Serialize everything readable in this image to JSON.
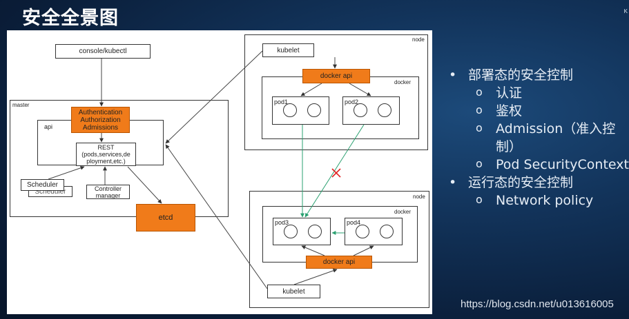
{
  "title": "安全全景图",
  "corner_mark": "K",
  "diagram": {
    "master": {
      "label": "master",
      "console": "console/kubectl",
      "auth_lines": [
        "Authentication",
        "Authorization",
        "Admissions"
      ],
      "api_label": "api",
      "rest_lines": [
        "REST",
        "(pods,services,de",
        "ployment,etc.)"
      ],
      "scheduler_front": "Scheduler",
      "scheduler_back": "Scheduler",
      "controller_lines": [
        "Controller",
        "manager"
      ],
      "etcd": "etcd"
    },
    "node1": {
      "label": "node",
      "kubelet": "kubelet",
      "docker_api": "docker api",
      "docker_label": "docker",
      "pods": [
        "pod1",
        "pod2"
      ]
    },
    "node2": {
      "label": "node",
      "kubelet": "kubelet",
      "docker_api": "docker api",
      "docker_label": "docker",
      "pods": [
        "pod3",
        "pod4"
      ]
    },
    "colors": {
      "orange": "#f07b1a",
      "green_link": "#2aa070",
      "blocked_mark": "#e02020"
    }
  },
  "bullets": [
    {
      "level": 1,
      "text": "部署态的安全控制"
    },
    {
      "level": 2,
      "text": "认证"
    },
    {
      "level": 2,
      "text": "鉴权"
    },
    {
      "level": 2,
      "text": "Admission（准入控制）"
    },
    {
      "level": 2,
      "text": "Pod SecurityContext"
    },
    {
      "level": 1,
      "text": "运行态的安全控制"
    },
    {
      "level": 2,
      "text": "Network policy"
    }
  ],
  "watermark": "https://blog.csdn.net/u013616005"
}
